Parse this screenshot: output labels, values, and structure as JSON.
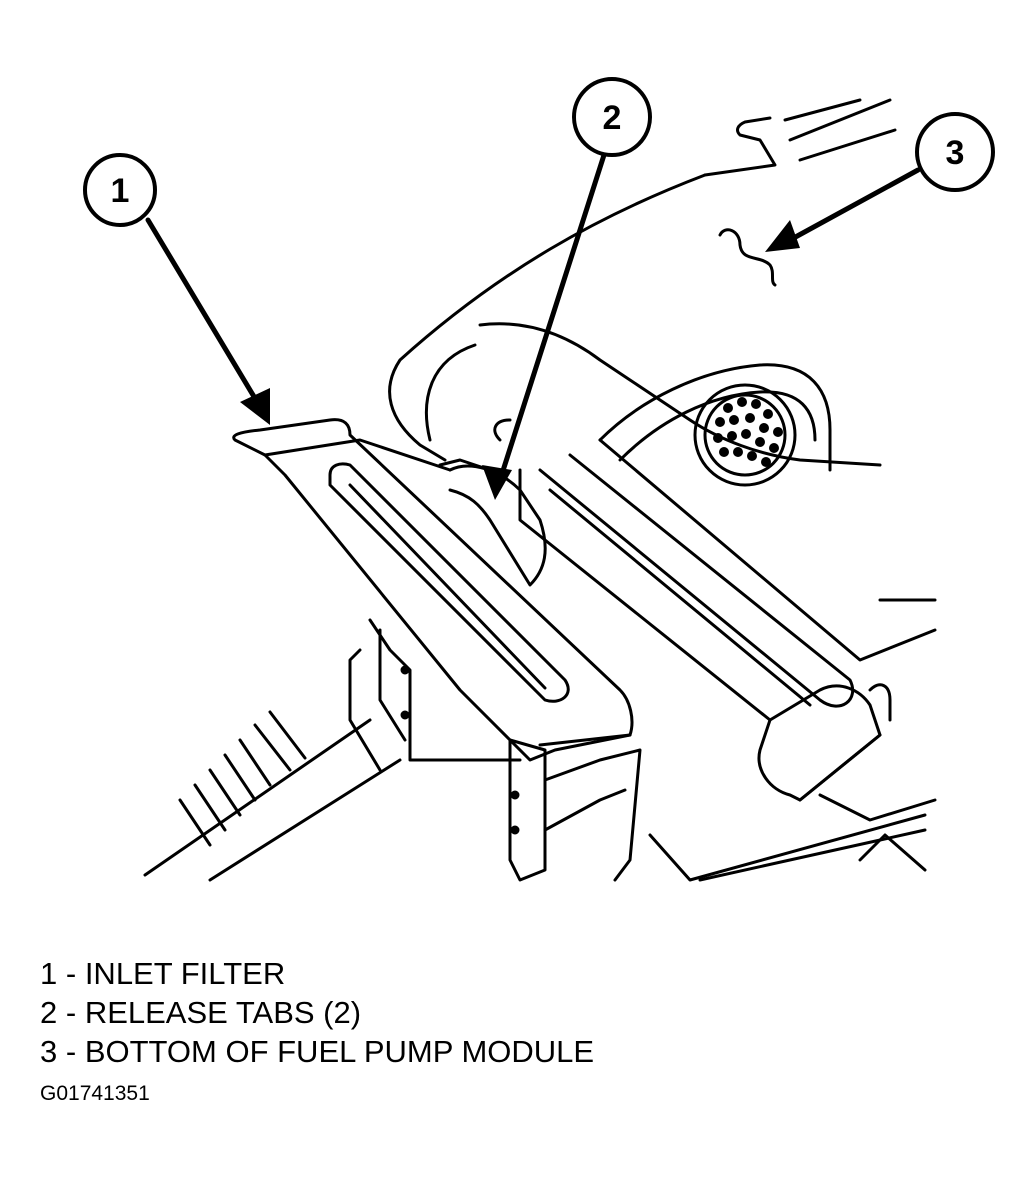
{
  "callouts": [
    {
      "number": "1"
    },
    {
      "number": "2"
    },
    {
      "number": "3"
    }
  ],
  "legend": [
    {
      "number": "1",
      "label": "INLET FILTER"
    },
    {
      "number": "2",
      "label": "RELEASE TABS (2)"
    },
    {
      "number": "3",
      "label": "BOTTOM OF FUEL PUMP MODULE"
    }
  ],
  "figure_id": "G01741351",
  "colors": {
    "ink": "#000000",
    "paper": "#ffffff"
  }
}
